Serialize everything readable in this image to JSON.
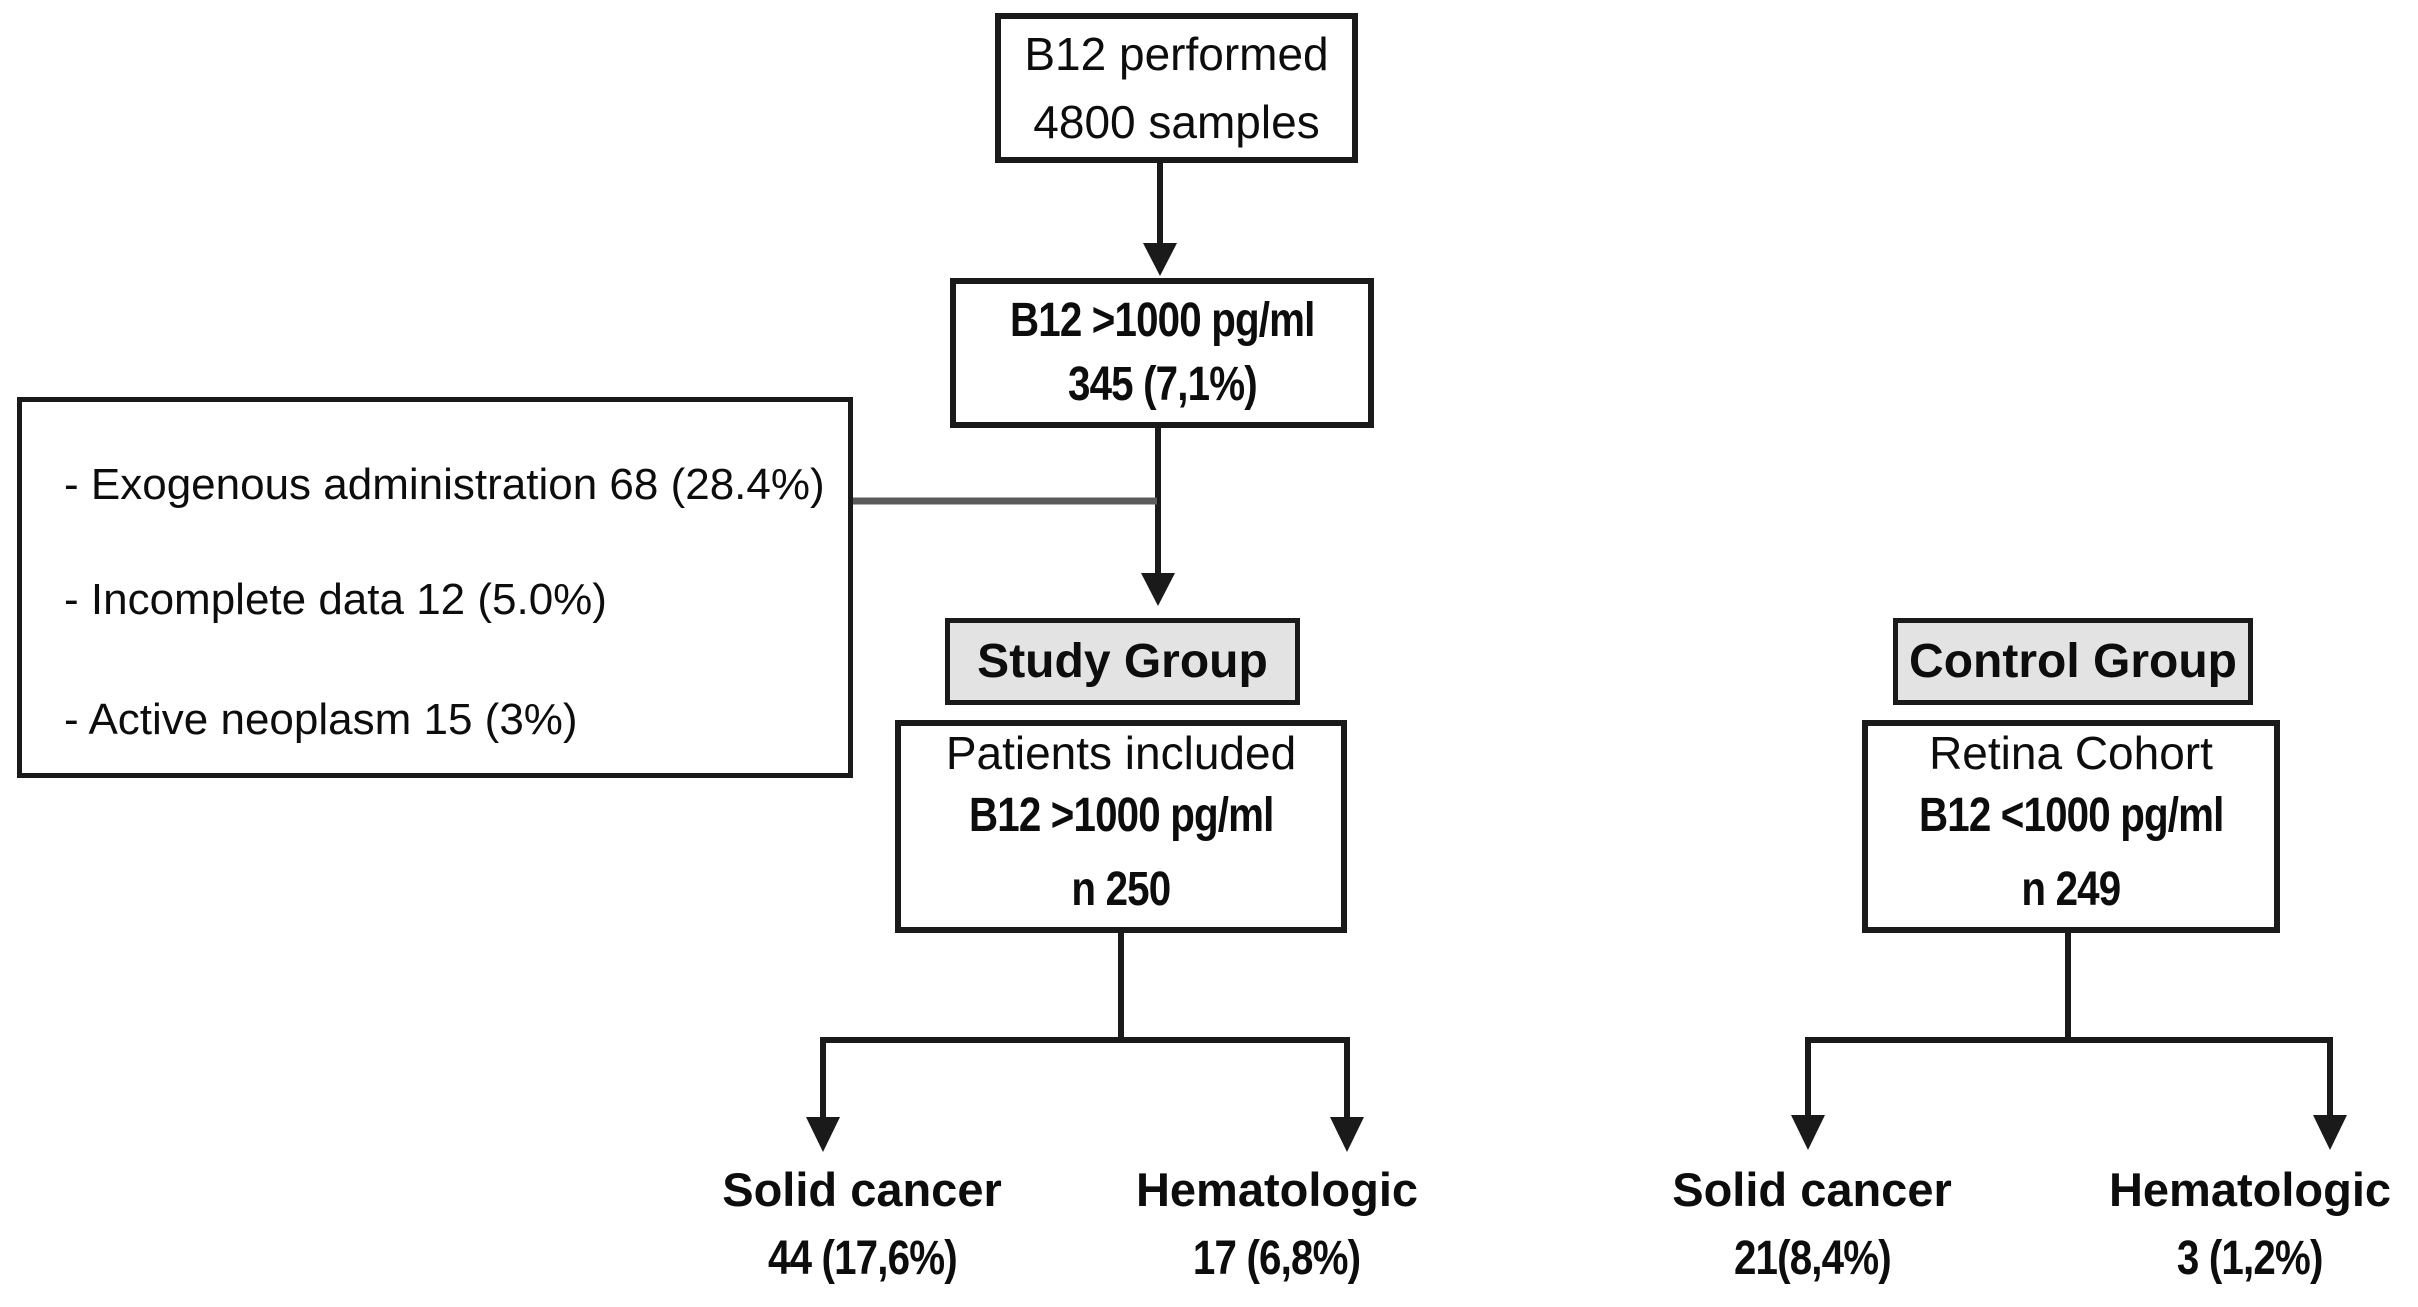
{
  "figure": {
    "type": "flowchart",
    "description": "Patient selection flow diagram for B12 study"
  },
  "samples": {
    "line1": "B12 performed",
    "line2": "4800 samples"
  },
  "elevated": {
    "line1": "B12 >1000 pg/ml",
    "line2": "345 (7,1%)"
  },
  "exclusions": {
    "items": [
      "- Exogenous administration 68 (28.4%)",
      "- Incomplete data 12 (5.0%)",
      "- Active neoplasm 15 (3%)"
    ]
  },
  "study": {
    "header": "Study Group",
    "line1": "Patients included",
    "line2": "B12 >1000 pg/ml",
    "line3": "n 250"
  },
  "control": {
    "header": "Control Group",
    "line1": "Retina Cohort",
    "line2": "B12 <1000 pg/ml",
    "line3": "n 249"
  },
  "outcomes": {
    "study_solid": {
      "label": "Solid cancer",
      "value": "44 (17,6%)"
    },
    "study_heme": {
      "label": "Hematologic",
      "value": "17 (6,8%)"
    },
    "control_solid": {
      "label": "Solid cancer",
      "value": "21(8,4%)"
    },
    "control_heme": {
      "label": "Hematologic",
      "value": "3 (1,2%)"
    }
  },
  "colors": {
    "border": "#1a1a1a",
    "header_fill": "#e3e3e3",
    "connector_gray": "#5a5a5a",
    "background": "#ffffff"
  }
}
